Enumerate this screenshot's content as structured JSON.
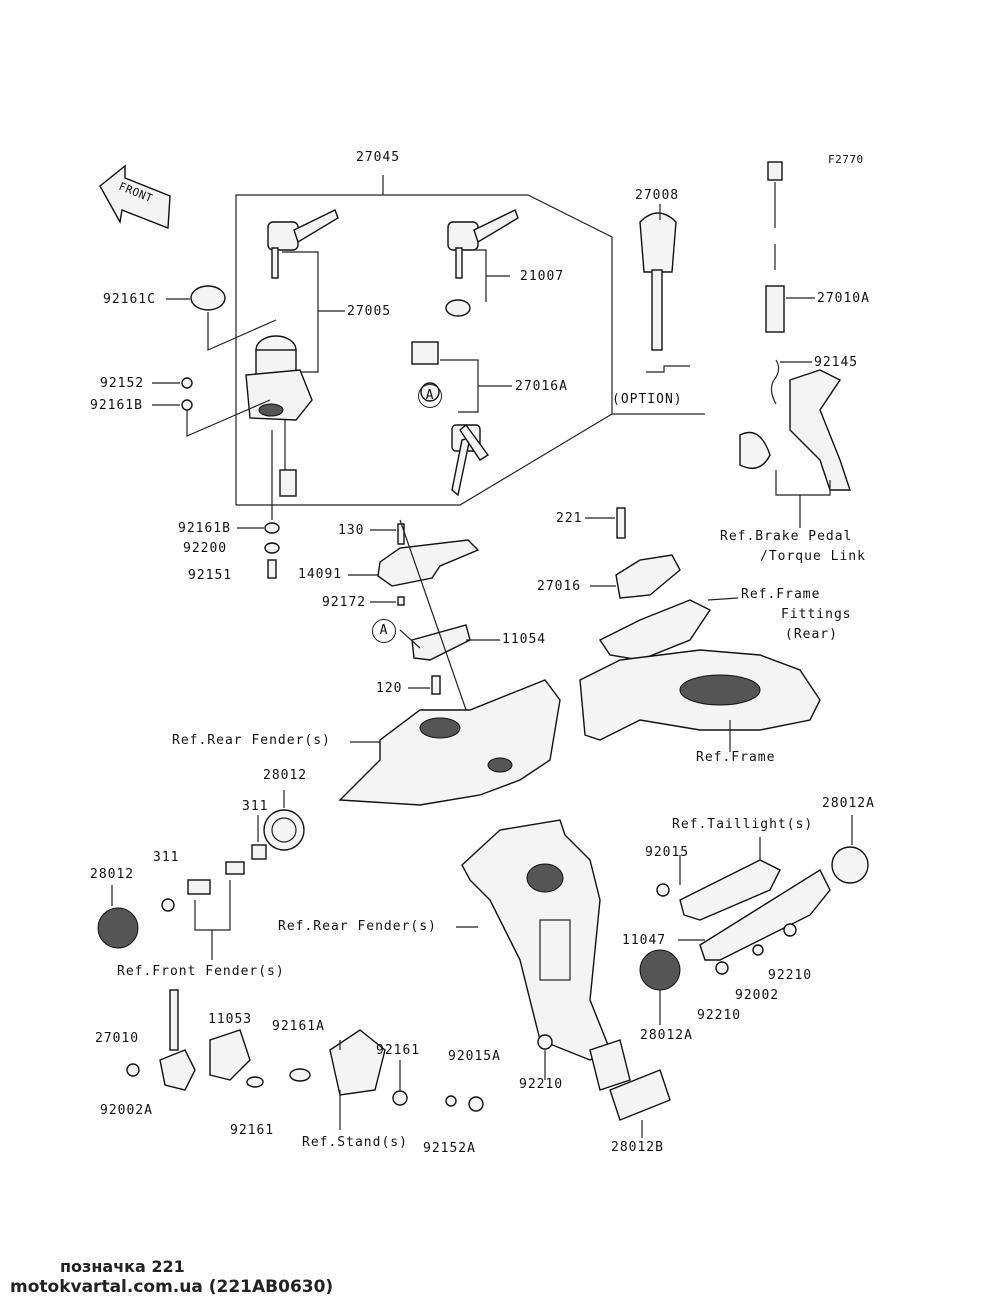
{
  "figure_code": "F2770",
  "front_label": "FRONT",
  "option_label": "(OPTION)",
  "circle_marker": "A",
  "parts": {
    "p27045": "27045",
    "p27008": "27008",
    "p21007": "21007",
    "p27005": "27005",
    "p92161C": "92161C",
    "p27016A": "27016A",
    "p92152": "92152",
    "p92161B_top": "92161B",
    "p27010A": "27010A",
    "p92145": "92145",
    "p92161B_bot": "92161B",
    "p92200": "92200",
    "p92151": "92151",
    "p130": "130",
    "p14091": "14091",
    "p92172": "92172",
    "p11054": "11054",
    "p120": "120",
    "p221": "221",
    "p27016": "27016",
    "p28012_top": "28012",
    "p311_a": "311",
    "p311_b": "311",
    "p28012_left": "28012",
    "p28012A_right": "28012A",
    "p92015": "92015",
    "p11047": "11047",
    "p92210_a": "92210",
    "p92002": "92002",
    "p92210_b": "92210",
    "p28012A_bot": "28012A",
    "p27010": "27010",
    "p11053": "11053",
    "p92161A": "92161A",
    "p92161_a": "92161",
    "p92015A": "92015A",
    "p92002A": "92002A",
    "p92161_b": "92161",
    "p92152A": "92152A",
    "p92210_c": "92210",
    "p28012B": "28012B"
  },
  "refs": {
    "brake_pedal_1": "Ref.Brake Pedal",
    "brake_pedal_2": "/Torque Link",
    "frame_fittings_1": "Ref.Frame",
    "frame_fittings_2": "Fittings",
    "frame_fittings_3": "(Rear)",
    "rear_fender_top": "Ref.Rear Fender(s)",
    "frame": "Ref.Frame",
    "taillight": "Ref.Taillight(s)",
    "rear_fender_mid": "Ref.Rear Fender(s)",
    "front_fender": "Ref.Front Fender(s)",
    "stand": "Ref.Stand(s)"
  },
  "footer": {
    "line1": "позначка 221",
    "line2": "motokvartal.com.ua (221AB0630)"
  }
}
